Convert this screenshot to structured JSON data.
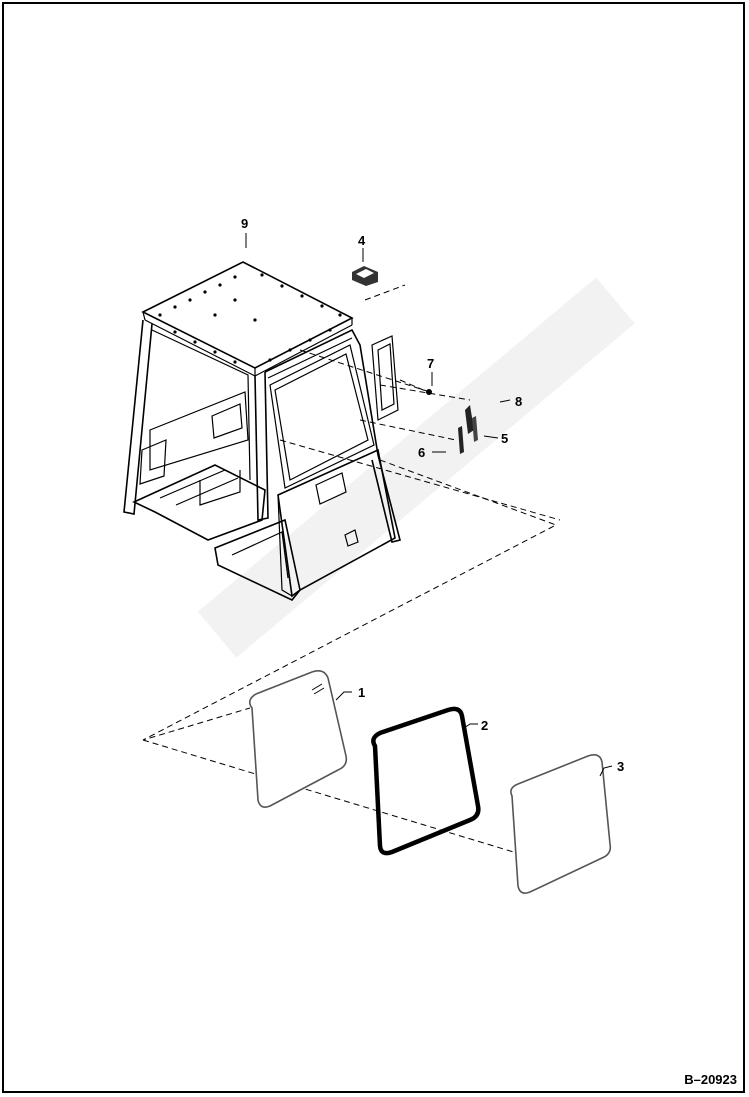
{
  "callouts": {
    "c1": "1",
    "c2": "2",
    "c3": "3",
    "c4": "4",
    "c5": "5",
    "c6": "6",
    "c7": "7",
    "c8": "8",
    "c9": "9"
  },
  "figure_code": "B–20923"
}
